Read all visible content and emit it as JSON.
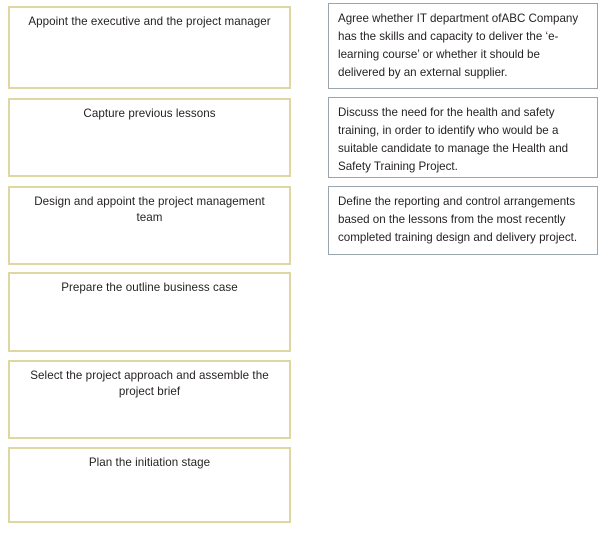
{
  "diagram": {
    "title": "PRINCE2 Starting Up a Project activities and ABC Company notes",
    "border_color_steps": "#dfd7a2",
    "border_color_notes": "#9aa5ad",
    "background": "#ffffff",
    "text_color": "#231f20"
  },
  "steps": [
    {
      "id": "appoint-executive-and-project-manager",
      "text": "Appoint the executive and the project manager"
    },
    {
      "id": "capture-previous-lessons",
      "text": "Capture previous lessons"
    },
    {
      "id": "design-and-appoint-project-management-team",
      "text": "Design and appoint the project management team"
    },
    {
      "id": "prepare-outline-business-case",
      "text": "Prepare the outline business case"
    },
    {
      "id": "select-project-approach-and-assemble-project-brief",
      "text": "Select the project approach and assemble the project brief"
    },
    {
      "id": "plan-the-initiation-stage",
      "text": "Plan the initiation stage"
    }
  ],
  "notes": [
    {
      "id": "note-it-department-capacity",
      "text": "Agree whether IT department ofABC Company has the skills and capacity to deliver the ‘e-learning course’ or whether it should be delivered by an external supplier."
    },
    {
      "id": "note-health-and-safety-candidate",
      "text": "Discuss the need for the health and safety training, in order to identify who would be a suitable candidate to manage the Health and Safety Training Project."
    },
    {
      "id": "note-reporting-and-control",
      "text": "Define the reporting and control arrangements based on the lessons from the most recently completed training design and delivery project."
    }
  ]
}
